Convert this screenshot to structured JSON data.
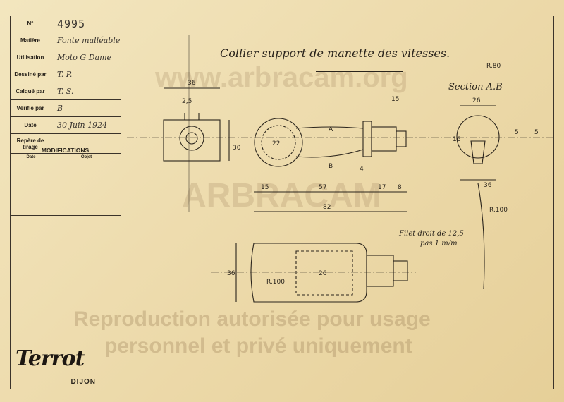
{
  "title_block": {
    "drawing_number": "4995",
    "matiere_label": "Matière",
    "matiere_value": "Fonte malléable",
    "utilisation_label": "Utilisation",
    "utilisation_value": "Moto G Dame",
    "dessine_label": "Dessiné par",
    "dessine_value": "T. P.",
    "calque_label": "Calqué par",
    "calque_value": "T. S.",
    "verifie_label": "Vérifié par",
    "verifie_value": "B",
    "date_label": "Date",
    "date_value": "30 Juin 1924",
    "repere_label": "Repère de tirage"
  },
  "modifications": {
    "title": "MODIFICATIONS",
    "date_col": "Date",
    "objet_col": "Objet"
  },
  "drawing": {
    "title": "Collier support de manette des vitesses.",
    "section_label": "Section A.B",
    "thread_note_line1": "Filet droit de 12,5",
    "thread_note_line2": "pas 1 m/m",
    "dims": {
      "d36": "36",
      "d2_5": "2,5",
      "d15a": "15",
      "d26": "26",
      "d16": "16",
      "d5a": "5",
      "d5b": "5",
      "d15b": "15",
      "d57": "57",
      "d17": "17",
      "d8": "8",
      "d82": "82",
      "d4": "4",
      "d36b": "36",
      "d36c": "36",
      "d26b": "26",
      "r100": "R.100",
      "r80": "R.80",
      "r100b": "R.100",
      "letter_a": "A",
      "letter_b": "B",
      "d30": "30",
      "d22": "22"
    }
  },
  "brand": {
    "logo": "Terrot",
    "city": "DIJON"
  },
  "watermark": {
    "site": "www.arbracam.org",
    "name": "ARBRACAM",
    "line1": "Reproduction autorisée pour usage",
    "line2": "personnel et privé uniquement"
  }
}
